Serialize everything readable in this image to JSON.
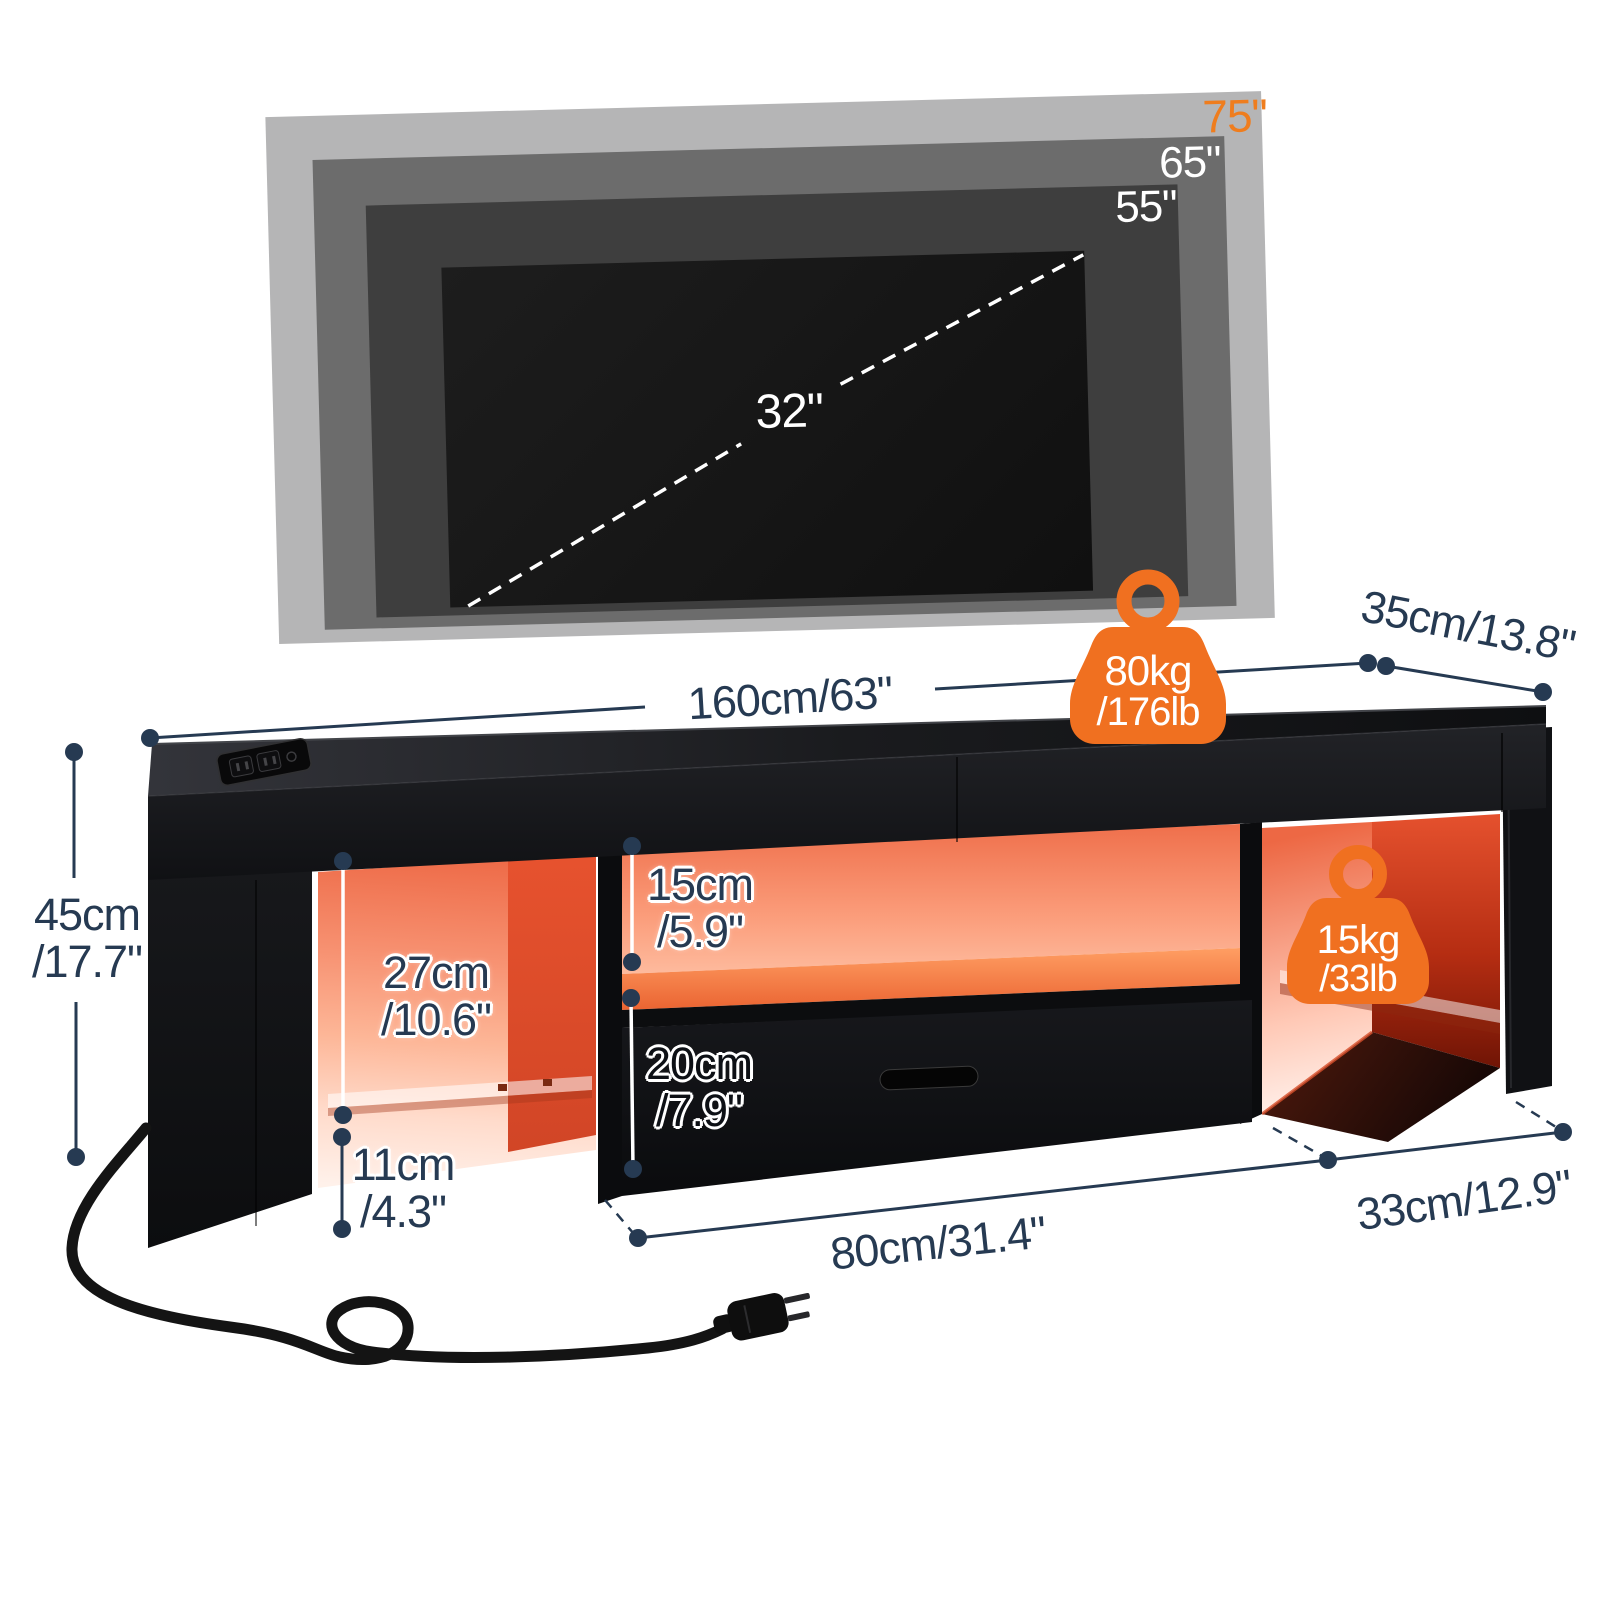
{
  "tv_compatibility": {
    "sizes": [
      {
        "label": "75\""
      },
      {
        "label": "65\""
      },
      {
        "label": "55\""
      },
      {
        "label": "32\""
      }
    ]
  },
  "weight_capacity": {
    "tabletop": {
      "kg": "80kg",
      "lb": "/176lb"
    },
    "shelf": {
      "kg": "15kg",
      "lb": "/33lb"
    }
  },
  "dimensions": {
    "overall_width": "160cm/63\"",
    "depth": "35cm/13.8\"",
    "height": {
      "cm": "45cm",
      "in": "/17.7\""
    },
    "left_cubby_height": {
      "cm": "27cm",
      "in": "/10.6\""
    },
    "shelf_clearance": {
      "cm": "15cm",
      "in": "/5.9\""
    },
    "drawer_height": {
      "cm": "20cm",
      "in": "/7.9\""
    },
    "bottom_clearance": {
      "cm": "11cm",
      "in": "/4.3\""
    },
    "drawer_width": "80cm/31.4\"",
    "side_depth": "33cm/12.9\""
  },
  "colors": {
    "accent_orange": "#f07020",
    "label_navy": "#263a52",
    "led_glow_red": "#e8502a",
    "stand_black": "#121316"
  }
}
